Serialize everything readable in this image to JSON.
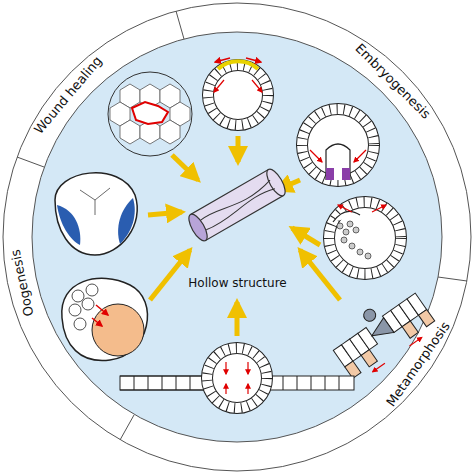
{
  "diagram": {
    "nodes": [
      {
        "text": [
          "Hollow structure"
        ]
      }
    ],
    "labels": [
      "Wound healing",
      "Embryogenesis",
      "Metamorphosis",
      "Oogenesis"
    ]
  }
}
